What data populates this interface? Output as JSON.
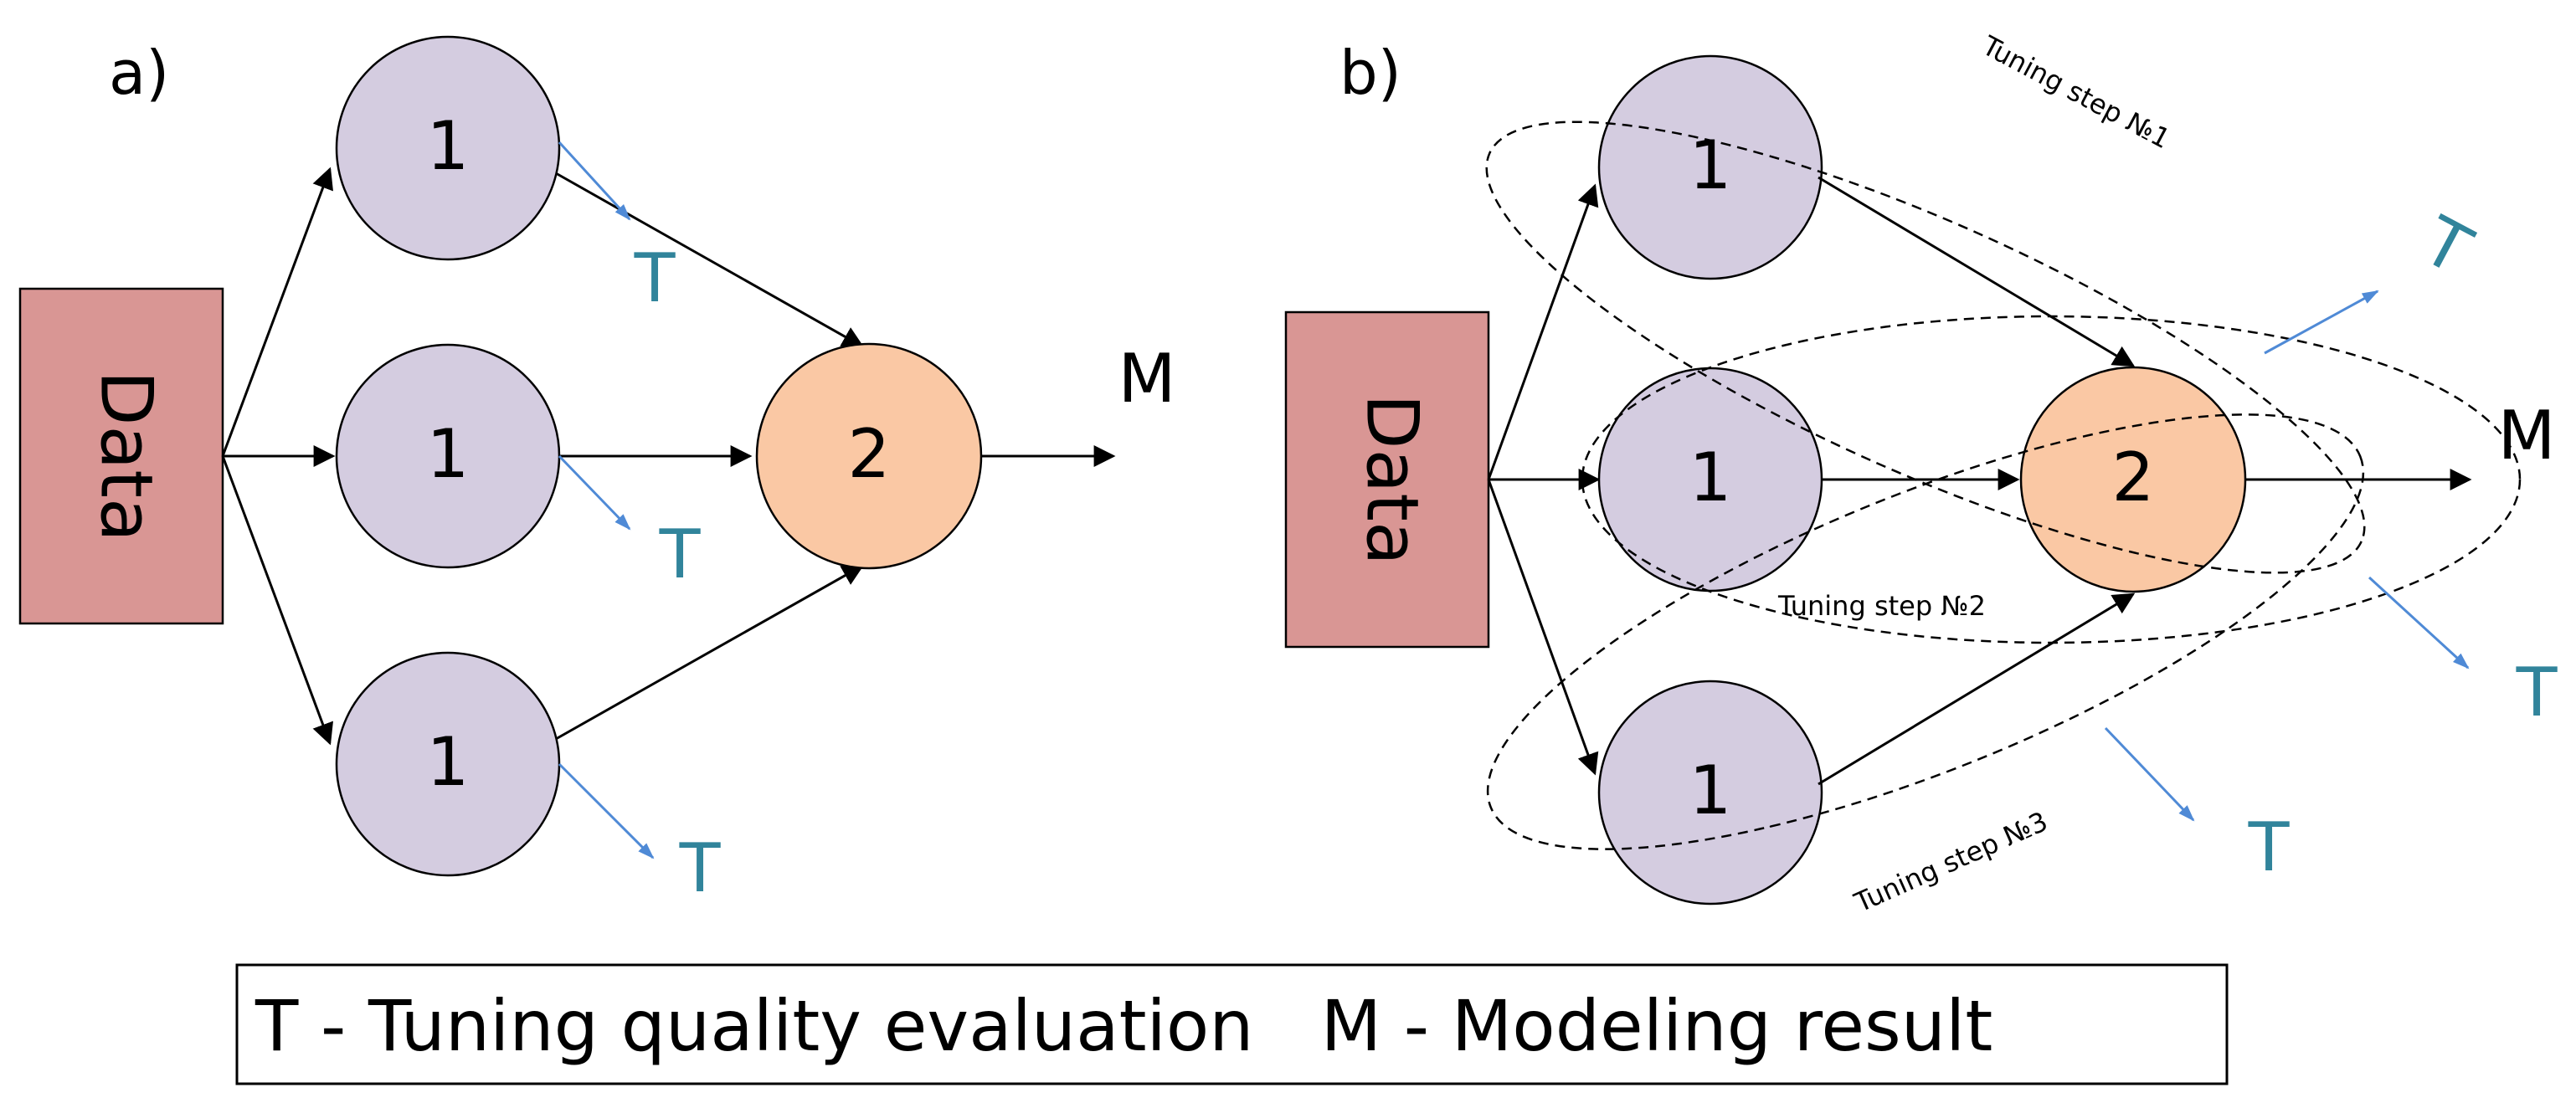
{
  "panels": {
    "a": {
      "label": "a)"
    },
    "b": {
      "label": "b)"
    }
  },
  "nodes": {
    "data_label": "Data",
    "model_1_label": "1",
    "model_2_label": "2"
  },
  "outputs": {
    "m_label": "M",
    "t_label": "T"
  },
  "tuning_steps": [
    "Tuning step №1",
    "Tuning step №2",
    "Tuning step №3"
  ],
  "legend": {
    "text": "T - Tuning quality evaluation   M - Modeling result"
  },
  "colors": {
    "data_fill": "#d99694",
    "model_1_fill": "#d4cce0",
    "model_2_fill": "#fac8a4",
    "tuning_arrow": "#4f8ad6",
    "t_label": "#31849b",
    "edge": "#000000"
  }
}
